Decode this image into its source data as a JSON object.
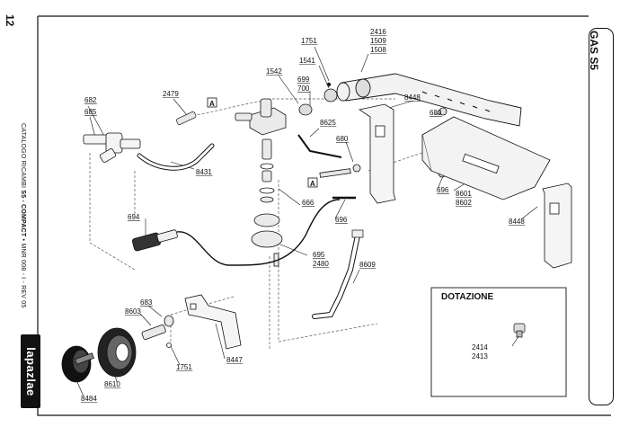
{
  "page": {
    "number": "12",
    "catalog_prefix": "CATALOGO RICAMBI ",
    "catalog_bold": "S5 - COMPACT",
    "catalog_suffix": " • MNR 008 - I - REV 05",
    "brand": "lapazlae",
    "section": "GAS S5"
  },
  "accessories_box": {
    "title": "DOTAZIONE",
    "codes": [
      "2414",
      "2413"
    ]
  },
  "callout_letters": [
    "A",
    "A"
  ],
  "part_codes": [
    "682",
    "685",
    "2479",
    "8431",
    "694",
    "695",
    "2480",
    "666",
    "1542",
    "699",
    "700",
    "1541",
    "1751",
    "2416",
    "1509",
    "1508",
    "8448",
    "680",
    "8625",
    "680",
    "696",
    "696",
    "8601",
    "8602",
    "8448",
    "8609",
    "683",
    "8603",
    "1751",
    "8447",
    "8610",
    "8484"
  ]
}
